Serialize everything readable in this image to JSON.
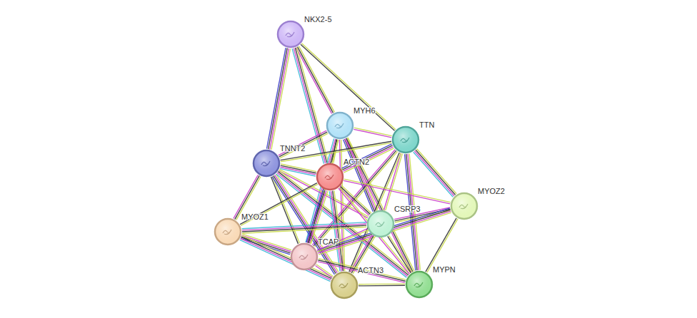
{
  "diagram": {
    "nodes": [
      {
        "text": [
          "NKX2-5"
        ]
      },
      {
        "text": [
          "MYH6"
        ]
      },
      {
        "text": [
          "TTN"
        ]
      },
      {
        "text": [
          "TNNT2"
        ]
      },
      {
        "text": [
          "ACTN2"
        ]
      },
      {
        "text": [
          "MYOZ2"
        ]
      },
      {
        "text": [
          "CSRP3"
        ]
      },
      {
        "text": [
          "MYOZ1"
        ]
      },
      {
        "text": [
          "TCAP"
        ]
      },
      {
        "text": [
          "ACTN3"
        ]
      },
      {
        "text": [
          "MYPN"
        ]
      }
    ],
    "edges": [
      {
        "from": 0,
        "to": 1,
        "arrow": "none"
      },
      {
        "from": 0,
        "to": 2,
        "arrow": "none"
      },
      {
        "from": 0,
        "to": 3,
        "arrow": "none"
      },
      {
        "from": 0,
        "to": 4,
        "arrow": "none"
      },
      {
        "from": 1,
        "to": 2,
        "arrow": "none"
      },
      {
        "from": 1,
        "to": 3,
        "arrow": "none"
      },
      {
        "from": 1,
        "to": 4,
        "arrow": "none"
      },
      {
        "from": 1,
        "to": 6,
        "arrow": "none"
      },
      {
        "from": 1,
        "to": 8,
        "arrow": "none"
      },
      {
        "from": 1,
        "to": 9,
        "arrow": "none"
      },
      {
        "from": 1,
        "to": 10,
        "arrow": "none"
      },
      {
        "from": 2,
        "to": 3,
        "arrow": "none"
      },
      {
        "from": 2,
        "to": 4,
        "arrow": "none"
      },
      {
        "from": 2,
        "to": 5,
        "arrow": "none"
      },
      {
        "from": 2,
        "to": 6,
        "arrow": "none"
      },
      {
        "from": 2,
        "to": 8,
        "arrow": "none"
      },
      {
        "from": 2,
        "to": 9,
        "arrow": "none"
      },
      {
        "from": 2,
        "to": 10,
        "arrow": "none"
      },
      {
        "from": 3,
        "to": 4,
        "arrow": "none"
      },
      {
        "from": 3,
        "to": 6,
        "arrow": "none"
      },
      {
        "from": 3,
        "to": 7,
        "arrow": "none"
      },
      {
        "from": 3,
        "to": 8,
        "arrow": "none"
      },
      {
        "from": 3,
        "to": 9,
        "arrow": "none"
      },
      {
        "from": 3,
        "to": 10,
        "arrow": "none"
      },
      {
        "from": 4,
        "to": 5,
        "arrow": "none"
      },
      {
        "from": 4,
        "to": 6,
        "arrow": "none"
      },
      {
        "from": 4,
        "to": 7,
        "arrow": "none"
      },
      {
        "from": 4,
        "to": 8,
        "arrow": "none"
      },
      {
        "from": 4,
        "to": 9,
        "arrow": "none"
      },
      {
        "from": 4,
        "to": 10,
        "arrow": "none"
      },
      {
        "from": 5,
        "to": 6,
        "arrow": "none"
      },
      {
        "from": 5,
        "to": 10,
        "arrow": "none"
      },
      {
        "from": 5,
        "to": 8,
        "arrow": "none"
      },
      {
        "from": 6,
        "to": 7,
        "arrow": "none"
      },
      {
        "from": 6,
        "to": 8,
        "arrow": "none"
      },
      {
        "from": 6,
        "to": 9,
        "arrow": "none"
      },
      {
        "from": 6,
        "to": 10,
        "arrow": "none"
      },
      {
        "from": 7,
        "to": 8,
        "arrow": "none"
      },
      {
        "from": 7,
        "to": 9,
        "arrow": "none"
      },
      {
        "from": 8,
        "to": 9,
        "arrow": "none"
      },
      {
        "from": 8,
        "to": 10,
        "arrow": "none"
      },
      {
        "from": 9,
        "to": 10,
        "arrow": "none"
      }
    ]
  }
}
